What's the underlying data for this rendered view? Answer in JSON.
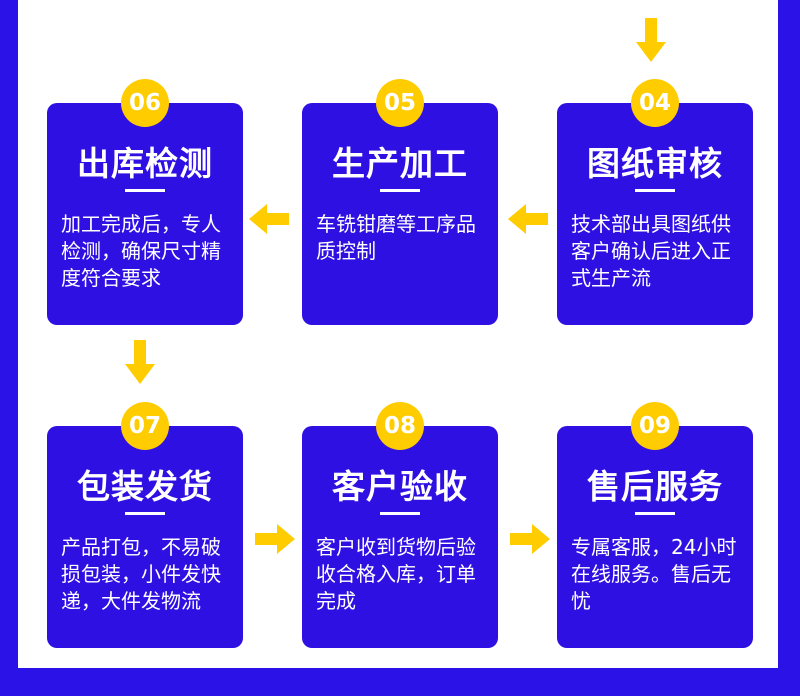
{
  "colors": {
    "card": "#2f10e2",
    "badge": "#ffcc00",
    "arrow": "#ffcc00",
    "border": "#2b12e6"
  },
  "steps": [
    {
      "num": "04",
      "title": "图纸审核",
      "desc": "技术部出具图纸供客户确认后进入正式生产流"
    },
    {
      "num": "05",
      "title": "生产加工",
      "desc": "车铣钳磨等工序品质控制"
    },
    {
      "num": "06",
      "title": "出库检测",
      "desc": "加工完成后，专人检测，确保尺寸精度符合要求"
    },
    {
      "num": "07",
      "title": "包装发货",
      "desc": "产品打包，不易破损包装，小件发快递，大件发物流"
    },
    {
      "num": "08",
      "title": "客户验收",
      "desc": "客户收到货物后验收合格入库，订单完成"
    },
    {
      "num": "09",
      "title": "售后服务",
      "desc": "专属客服，24小时在线服务。售后无忧"
    }
  ],
  "arrows": [
    {
      "icon": "arrow-down-icon"
    },
    {
      "icon": "arrow-left-icon"
    },
    {
      "icon": "arrow-left-icon"
    },
    {
      "icon": "arrow-down-icon"
    },
    {
      "icon": "arrow-right-icon"
    },
    {
      "icon": "arrow-right-icon"
    }
  ]
}
